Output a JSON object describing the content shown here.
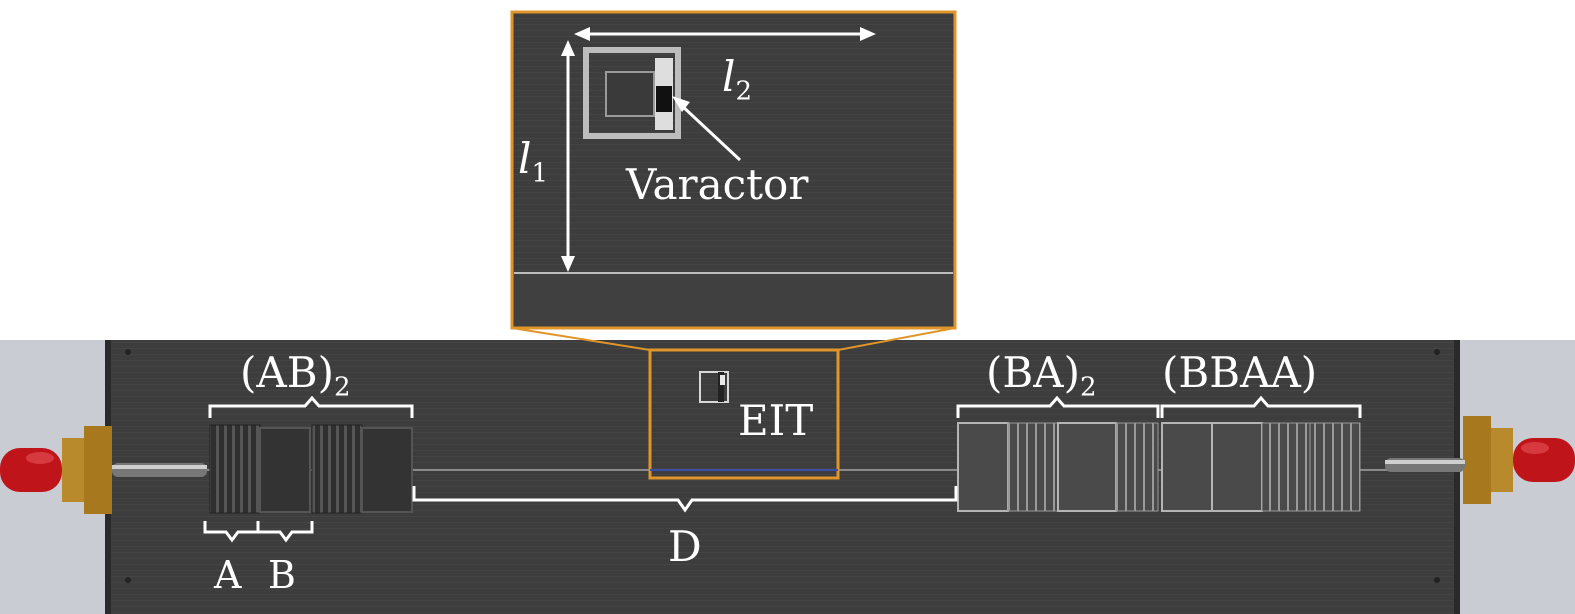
{
  "labels": {
    "ab2": {
      "main": "(AB)",
      "sub": "2"
    },
    "ba2": {
      "main": "(BA)",
      "sub": "2"
    },
    "bbaa": "(BBAA)",
    "eit": "EIT",
    "a": "A",
    "b": "B",
    "d": "D",
    "varactor": "Varactor",
    "l1": {
      "main": "l",
      "sub": "1"
    },
    "l2": {
      "main": "l",
      "sub": "2"
    }
  },
  "colors": {
    "board": "#3c3c3c",
    "board_edge": "#2a2a2a",
    "wall": "#c9cdd3",
    "highlight_box": "#e0952a",
    "connector_red": "#c0141b",
    "connector_gold": "#b88a2c",
    "annotation": "#ffffff"
  }
}
